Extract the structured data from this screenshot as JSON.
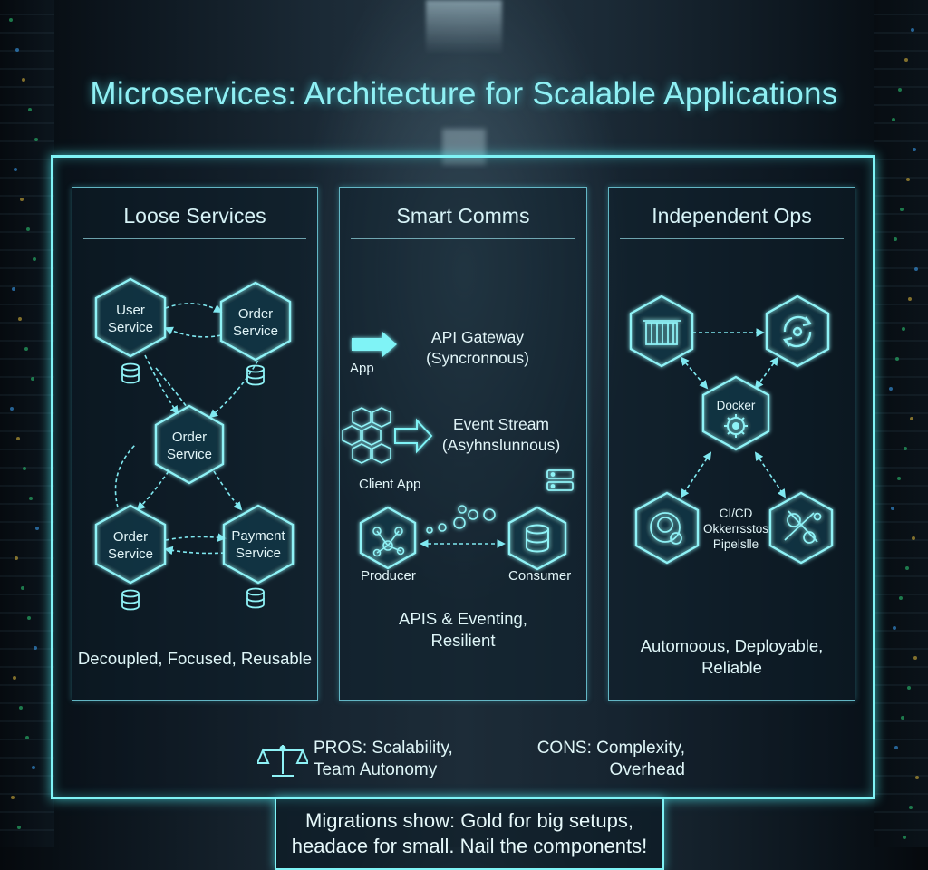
{
  "title": "Microservices: Architecture for Scalable Applications",
  "colors": {
    "accent": "#7ff3f6",
    "text": "#dff6f8",
    "background": "#1b2a36"
  },
  "panels": [
    {
      "title": "Loose Services",
      "nodes": {
        "user": [
          "User",
          "Service"
        ],
        "order_top": [
          "Order",
          "Service"
        ],
        "order_mid": [
          "Order",
          "Service"
        ],
        "order_bot": [
          "Order",
          "Service"
        ],
        "payment": [
          "Payment",
          "Service"
        ]
      },
      "footer": "Decoupled, Focused, Reusable"
    },
    {
      "title": "Smart Comms",
      "app_label": "App",
      "sync_label": [
        "API Gateway",
        "(Syncronnous)"
      ],
      "async_label": [
        "Event Stream",
        "(Asyhnslunnous)"
      ],
      "client_label": "Client App",
      "producer_label": "Producer",
      "consumer_label": "Consumer",
      "footer": [
        "APIS & Eventing,",
        "Resilient"
      ]
    },
    {
      "title": "Independent Ops",
      "docker_label": "Docker",
      "cicd_label": [
        "CI/CD",
        "Okkerrsstos",
        "Pipelslle"
      ],
      "footer": [
        "Automoous, Deployable,",
        "Reliable"
      ]
    }
  ],
  "pros": [
    "PROS: Scalability,",
    "Team Autonomy"
  ],
  "cons": [
    "CONS: Complexity,",
    "Overhead"
  ],
  "bottom": [
    "Migrations show: Gold for big setups,",
    "headace for small. Nail the components!"
  ],
  "icons": [
    "database-icon",
    "scale-icon",
    "container-icon",
    "sync-icon",
    "docker-icon",
    "cicd-icon",
    "arrow-icon",
    "hexagon-icon"
  ]
}
